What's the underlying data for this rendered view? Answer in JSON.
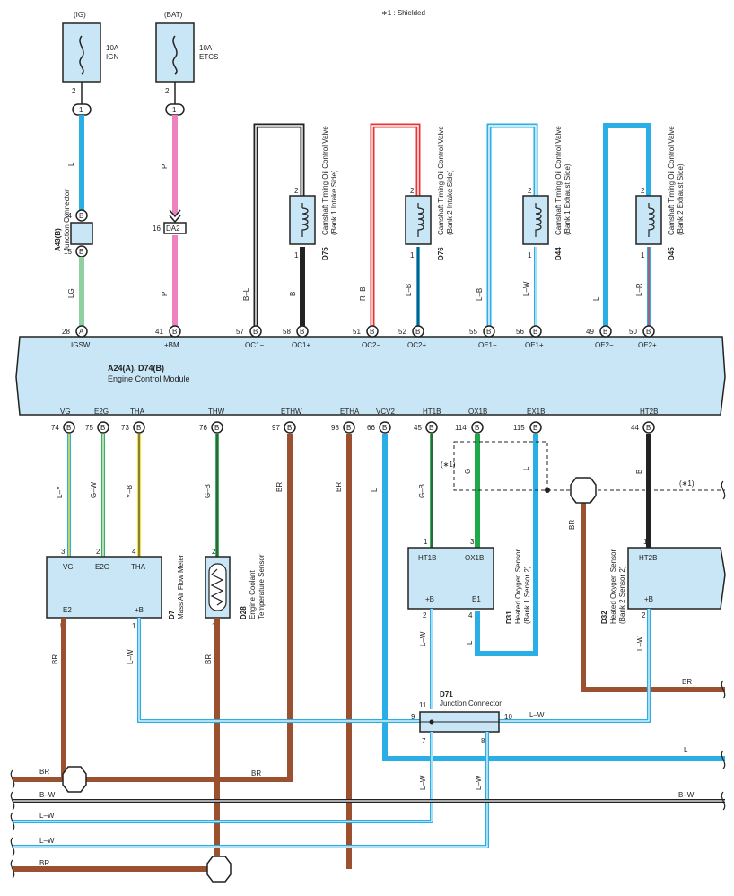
{
  "note": "∗1 : Shielded",
  "fuses": [
    {
      "source": "(IG)",
      "rating": "10A",
      "name": "IGN",
      "pin_top": "2",
      "pin_conn": "1"
    },
    {
      "source": "(BAT)",
      "rating": "10A",
      "name": "ETCS",
      "pin_top": "2",
      "pin_conn": "1"
    }
  ],
  "junction_a43": {
    "id": "A43(B)",
    "name": "Junction Connector",
    "pin_top": "14",
    "pin_bot": "15",
    "pin_mark": "B"
  },
  "da2": {
    "label": "DA2",
    "pin": "16"
  },
  "ecm": {
    "id": "A24(A), D74(B)",
    "name": "Engine Control Module",
    "top_pins": [
      {
        "num": "28",
        "conn": "A",
        "label": "IGSW"
      },
      {
        "num": "41",
        "conn": "B",
        "label": "+BM"
      },
      {
        "num": "57",
        "conn": "B",
        "label": "OC1−"
      },
      {
        "num": "58",
        "conn": "B",
        "label": "OC1+"
      },
      {
        "num": "51",
        "conn": "B",
        "label": "OC2−"
      },
      {
        "num": "52",
        "conn": "B",
        "label": "OC2+"
      },
      {
        "num": "55",
        "conn": "B",
        "label": "OE1−"
      },
      {
        "num": "56",
        "conn": "B",
        "label": "OE1+"
      },
      {
        "num": "49",
        "conn": "B",
        "label": "OE2−"
      },
      {
        "num": "50",
        "conn": "B",
        "label": "OE2+"
      }
    ],
    "bottom_pins": [
      {
        "num": "74",
        "conn": "B",
        "label": "VG"
      },
      {
        "num": "75",
        "conn": "B",
        "label": "E2G"
      },
      {
        "num": "73",
        "conn": "B",
        "label": "THA"
      },
      {
        "num": "76",
        "conn": "B",
        "label": "THW"
      },
      {
        "num": "97",
        "conn": "B",
        "label": "ETHW"
      },
      {
        "num": "98",
        "conn": "B",
        "label": "ETHA"
      },
      {
        "num": "66",
        "conn": "B",
        "label": "VCV2"
      },
      {
        "num": "45",
        "conn": "B",
        "label": "HT1B"
      },
      {
        "num": "114",
        "conn": "B",
        "label": "OX1B"
      },
      {
        "num": "115",
        "conn": "B",
        "label": "EX1B"
      },
      {
        "num": "44",
        "conn": "B",
        "label": "HT2B"
      }
    ]
  },
  "valves": [
    {
      "id": "D75",
      "name": "Camshaft Timing Oil Control Valve",
      "side": "(Bank 1 Intake Side)",
      "pin_top": "2",
      "pin_bot": "1",
      "wire_left": "B–L",
      "wire_right": "B"
    },
    {
      "id": "D76",
      "name": "Camshaft Timing Oil Control Valve",
      "side": "(Bank 2 Intake Side)",
      "pin_top": "2",
      "pin_bot": "1",
      "wire_left": "R–B",
      "wire_right": "L–B"
    },
    {
      "id": "D44",
      "name": "Camshaft Timing Oil Control Valve",
      "side": "(Bank 1 Exhaust Side)",
      "pin_top": "2",
      "pin_bot": "1",
      "wire_left": "L–B",
      "wire_right": "L–W"
    },
    {
      "id": "D45",
      "name": "Camshaft Timing Oil Control Valve",
      "side": "(Bank 2 Exhaust Side)",
      "pin_top": "2",
      "pin_bot": "1",
      "wire_left": "L",
      "wire_right": "L–R"
    }
  ],
  "wire_colors": {
    "L": "L",
    "P": "P",
    "LG": "LG",
    "LY": "L–Y",
    "GW": "G–W",
    "YB": "Y–B",
    "GB": "G–B",
    "BR": "BR",
    "G": "G",
    "B": "B",
    "LW": "L–W",
    "BW": "B–W"
  },
  "maf": {
    "id": "D7",
    "name": "Mass Air Flow Meter",
    "pins": [
      {
        "num": "3",
        "label": "VG"
      },
      {
        "num": "2",
        "label": "E2G"
      },
      {
        "num": "4",
        "label": "THA"
      },
      {
        "num": "5",
        "label": "E2"
      },
      {
        "num": "1",
        "label": "+B"
      }
    ]
  },
  "ect": {
    "id": "D28",
    "name1": "Engine Coolant",
    "name2": "Temperature Sensor",
    "pin_top": "2",
    "pin_bot": "1"
  },
  "o2_1": {
    "id": "D31",
    "name": "Heated Oxygen Sensor",
    "sub": "(Bank 1 Sensor 2)",
    "pins": [
      {
        "num": "1",
        "label": "HT1B"
      },
      {
        "num": "3",
        "label": "OX1B"
      },
      {
        "num": "2",
        "label": "+B"
      },
      {
        "num": "4",
        "label": "E1"
      }
    ]
  },
  "o2_2": {
    "id": "D32",
    "name": "Heated Oxygen Sensor",
    "sub": "(Bank 2 Sensor 2)",
    "pins": [
      {
        "num": "1",
        "label": "HT2B"
      },
      {
        "num": "2",
        "label": "+B"
      }
    ]
  },
  "d71": {
    "id": "D71",
    "name": "Junction Connector",
    "pins": [
      "11",
      "9",
      "10",
      "7",
      "8"
    ]
  },
  "shield_marks": [
    "(∗1)",
    "(∗1)"
  ]
}
